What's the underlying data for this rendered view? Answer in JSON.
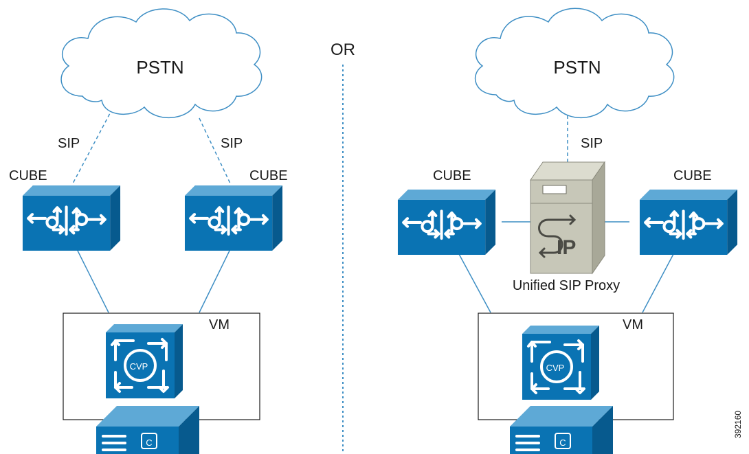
{
  "separator_label": "OR",
  "figure_id": "392160",
  "left": {
    "cloud_label": "PSTN",
    "sip_left_label": "SIP",
    "sip_right_label": "SIP",
    "cube_left_label": "CUBE",
    "cube_right_label": "CUBE",
    "vm_label": "VM",
    "cvp_label": "CVP",
    "server_badge": "C"
  },
  "right": {
    "cloud_label": "PSTN",
    "sip_label": "SIP",
    "cube_left_label": "CUBE",
    "cube_right_label": "CUBE",
    "proxy_text": "IP",
    "proxy_label": "Unified SIP Proxy",
    "vm_label": "VM",
    "cvp_label": "CVP",
    "server_badge": "C"
  },
  "colors": {
    "device_blue": "#0a73b3",
    "device_blue_top": "#5ea9d6",
    "device_blue_side": "#075a8e",
    "link_blue": "#3d8ec4",
    "proxy_gray": "#c7c7b8"
  }
}
